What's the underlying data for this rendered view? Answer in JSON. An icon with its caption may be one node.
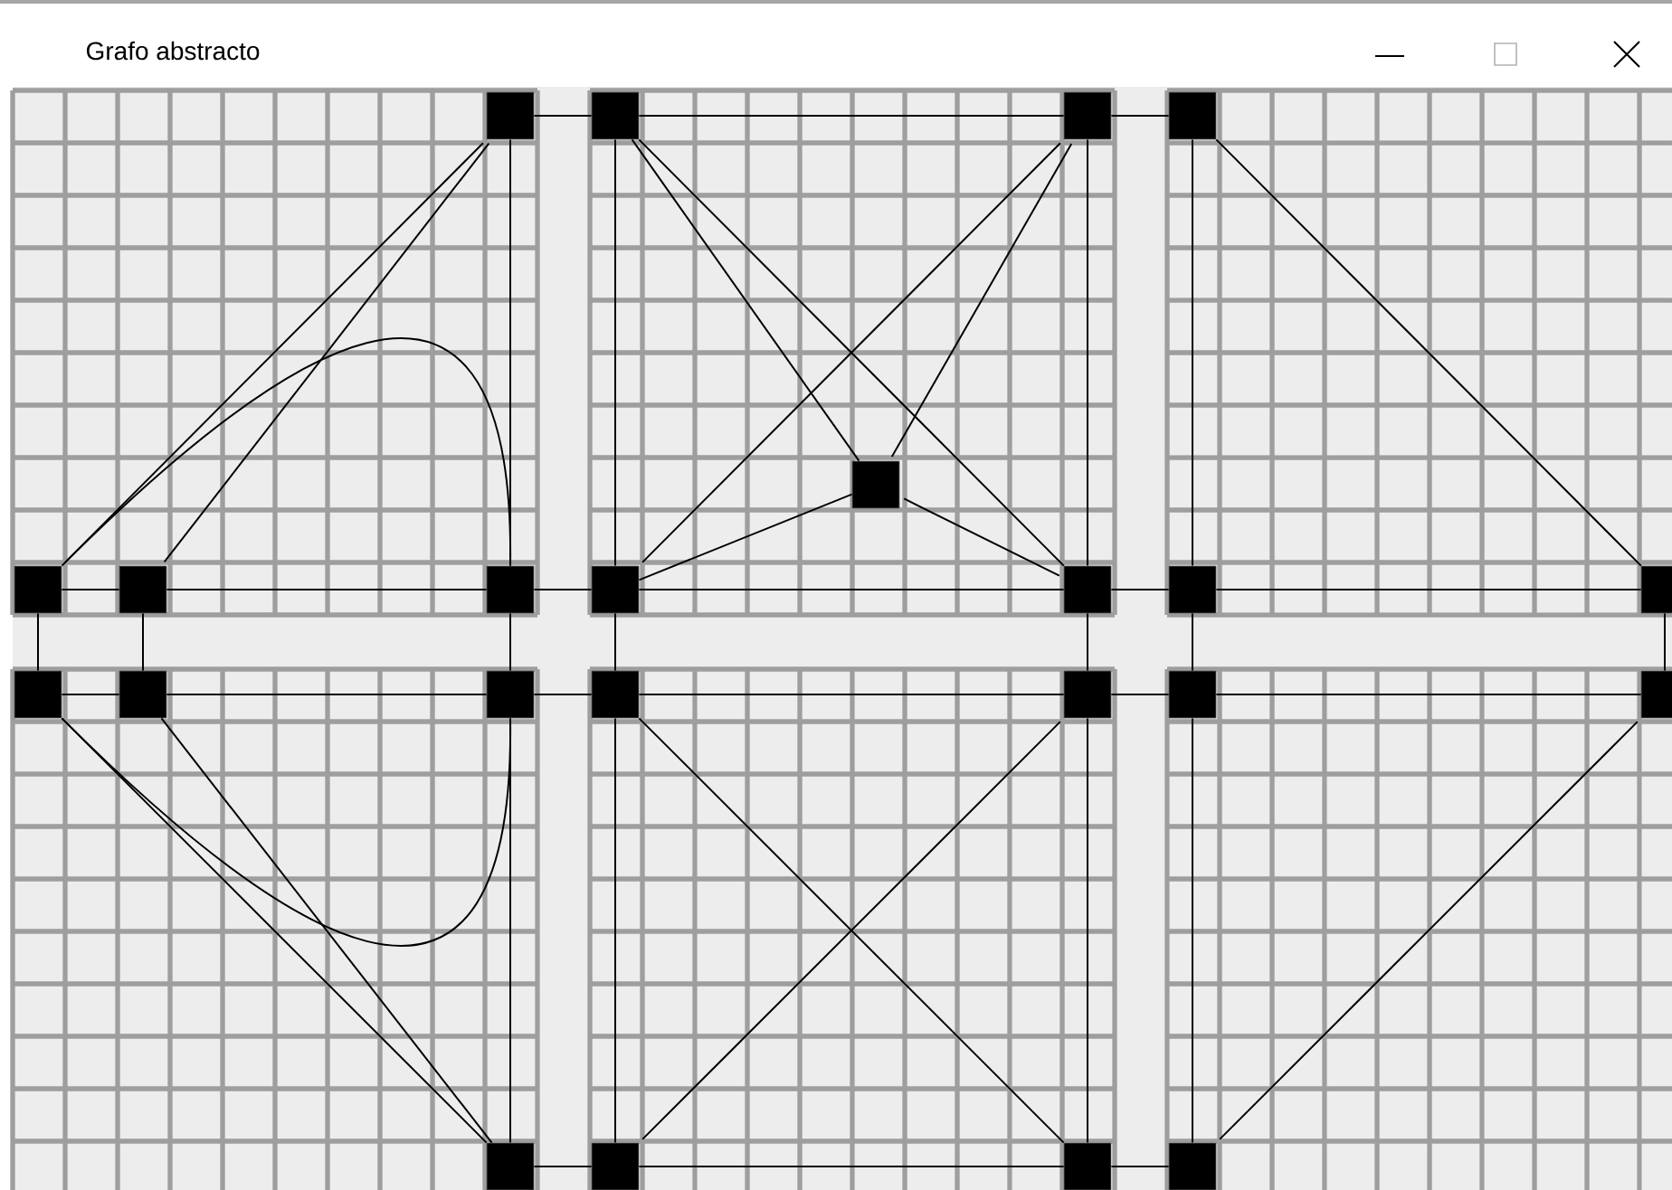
{
  "diagram": {
    "title": "Grafo abstracto",
    "nodes": [
      {
        "text": [],
        "shape": "box"
      },
      {
        "text": [],
        "shape": "box"
      },
      {
        "text": [],
        "shape": "box"
      },
      {
        "text": [],
        "shape": "box"
      },
      {
        "text": [],
        "shape": "box"
      },
      {
        "text": [],
        "shape": "box"
      },
      {
        "text": [],
        "shape": "box"
      },
      {
        "text": [],
        "shape": "box"
      },
      {
        "text": [],
        "shape": "box"
      },
      {
        "text": [],
        "shape": "box"
      },
      {
        "text": [],
        "shape": "box"
      },
      {
        "text": [],
        "shape": "box"
      },
      {
        "text": [],
        "shape": "box"
      },
      {
        "text": [],
        "shape": "box"
      },
      {
        "text": [],
        "shape": "box"
      },
      {
        "text": [],
        "shape": "box"
      },
      {
        "text": [],
        "shape": "box"
      },
      {
        "text": [],
        "shape": "box"
      },
      {
        "text": [],
        "shape": "box"
      },
      {
        "text": [],
        "shape": "box"
      },
      {
        "text": [],
        "shape": "box"
      },
      {
        "text": [],
        "shape": "box"
      },
      {
        "text": [],
        "shape": "box"
      }
    ],
    "edges": [
      {
        "from": 0,
        "to": 1,
        "arrow": "none"
      },
      {
        "from": 1,
        "to": 2,
        "arrow": "none"
      },
      {
        "from": 2,
        "to": 3,
        "arrow": "none"
      },
      {
        "from": 5,
        "to": 6,
        "arrow": "none"
      },
      {
        "from": 6,
        "to": 7,
        "arrow": "none"
      },
      {
        "from": 7,
        "to": 8,
        "arrow": "none"
      },
      {
        "from": 8,
        "to": 9,
        "arrow": "none"
      },
      {
        "from": 9,
        "to": 10,
        "arrow": "none"
      },
      {
        "from": 10,
        "to": 11,
        "arrow": "none"
      },
      {
        "from": 12,
        "to": 13,
        "arrow": "none"
      },
      {
        "from": 13,
        "to": 14,
        "arrow": "none"
      },
      {
        "from": 14,
        "to": 15,
        "arrow": "none"
      },
      {
        "from": 15,
        "to": 16,
        "arrow": "none"
      },
      {
        "from": 16,
        "to": 17,
        "arrow": "none"
      },
      {
        "from": 17,
        "to": 18,
        "arrow": "none"
      },
      {
        "from": 19,
        "to": 20,
        "arrow": "none"
      },
      {
        "from": 20,
        "to": 21,
        "arrow": "none"
      },
      {
        "from": 21,
        "to": 22,
        "arrow": "none"
      },
      {
        "from": 5,
        "to": 12,
        "arrow": "none"
      },
      {
        "from": 6,
        "to": 13,
        "arrow": "none"
      },
      {
        "from": 0,
        "to": 7,
        "arrow": "none"
      },
      {
        "from": 7,
        "to": 14,
        "arrow": "none"
      },
      {
        "from": 14,
        "to": 19,
        "arrow": "none"
      },
      {
        "from": 1,
        "to": 8,
        "arrow": "none"
      },
      {
        "from": 8,
        "to": 15,
        "arrow": "none"
      },
      {
        "from": 15,
        "to": 20,
        "arrow": "none"
      },
      {
        "from": 2,
        "to": 9,
        "arrow": "none"
      },
      {
        "from": 9,
        "to": 16,
        "arrow": "none"
      },
      {
        "from": 16,
        "to": 21,
        "arrow": "none"
      },
      {
        "from": 3,
        "to": 10,
        "arrow": "none"
      },
      {
        "from": 10,
        "to": 17,
        "arrow": "none"
      },
      {
        "from": 17,
        "to": 22,
        "arrow": "none"
      },
      {
        "from": 11,
        "to": 18,
        "arrow": "none"
      },
      {
        "from": 0,
        "to": 5,
        "arrow": "none"
      },
      {
        "from": 0,
        "to": 6,
        "arrow": "none"
      },
      {
        "from": 12,
        "to": 19,
        "arrow": "none"
      },
      {
        "from": 13,
        "to": 19,
        "arrow": "none"
      },
      {
        "from": 1,
        "to": 9,
        "arrow": "none"
      },
      {
        "from": 2,
        "to": 8,
        "arrow": "none"
      },
      {
        "from": 1,
        "to": 4,
        "arrow": "none"
      },
      {
        "from": 2,
        "to": 4,
        "arrow": "none"
      },
      {
        "from": 8,
        "to": 4,
        "arrow": "none"
      },
      {
        "from": 9,
        "to": 4,
        "arrow": "none"
      },
      {
        "from": 3,
        "to": 11,
        "arrow": "none"
      },
      {
        "from": 15,
        "to": 21,
        "arrow": "none"
      },
      {
        "from": 16,
        "to": 20,
        "arrow": "none"
      },
      {
        "from": 18,
        "to": 22,
        "arrow": "none"
      },
      {
        "from": 5,
        "to": 7,
        "arrow": "none"
      },
      {
        "from": 12,
        "to": 14,
        "arrow": "none"
      }
    ]
  }
}
